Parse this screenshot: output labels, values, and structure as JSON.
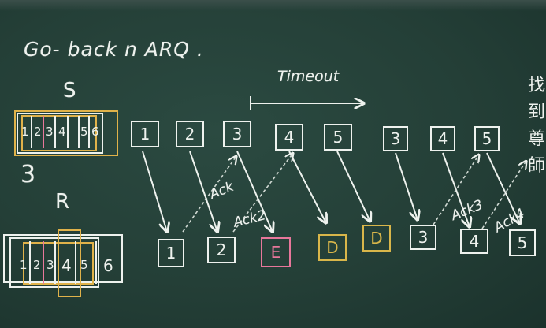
{
  "title": "Go- back n ARQ .",
  "timeout_label": "Timeout",
  "sender_label": "S",
  "window_size": "3",
  "receiver_label": "R",
  "sender_window": [
    "1",
    "2",
    "3",
    "4",
    "5",
    "6"
  ],
  "receiver_window": [
    "1",
    "2",
    "3",
    "4",
    "5",
    "6"
  ],
  "sent_frames": [
    "1",
    "2",
    "3",
    "4",
    "5",
    "3",
    "4",
    "5"
  ],
  "received_frames": [
    {
      "label": "1",
      "status": "ok"
    },
    {
      "label": "2",
      "status": "ok"
    },
    {
      "label": "E",
      "status": "error"
    },
    {
      "label": "D",
      "status": "discarded"
    },
    {
      "label": "D",
      "status": "discarded"
    },
    {
      "label": "3",
      "status": "ok"
    },
    {
      "label": "4",
      "status": "ok"
    },
    {
      "label": "5",
      "status": "ok"
    }
  ],
  "acks": [
    "Ack",
    "Ack2",
    "Ack3",
    "Ack4"
  ],
  "side_characters": [
    "找",
    "到",
    "尊",
    "師"
  ],
  "colors": {
    "chalk": "#eef2ee",
    "error": "#e8779b",
    "discarded": "#d9b64a",
    "window": "#e0b24a",
    "board": "#243f37"
  }
}
